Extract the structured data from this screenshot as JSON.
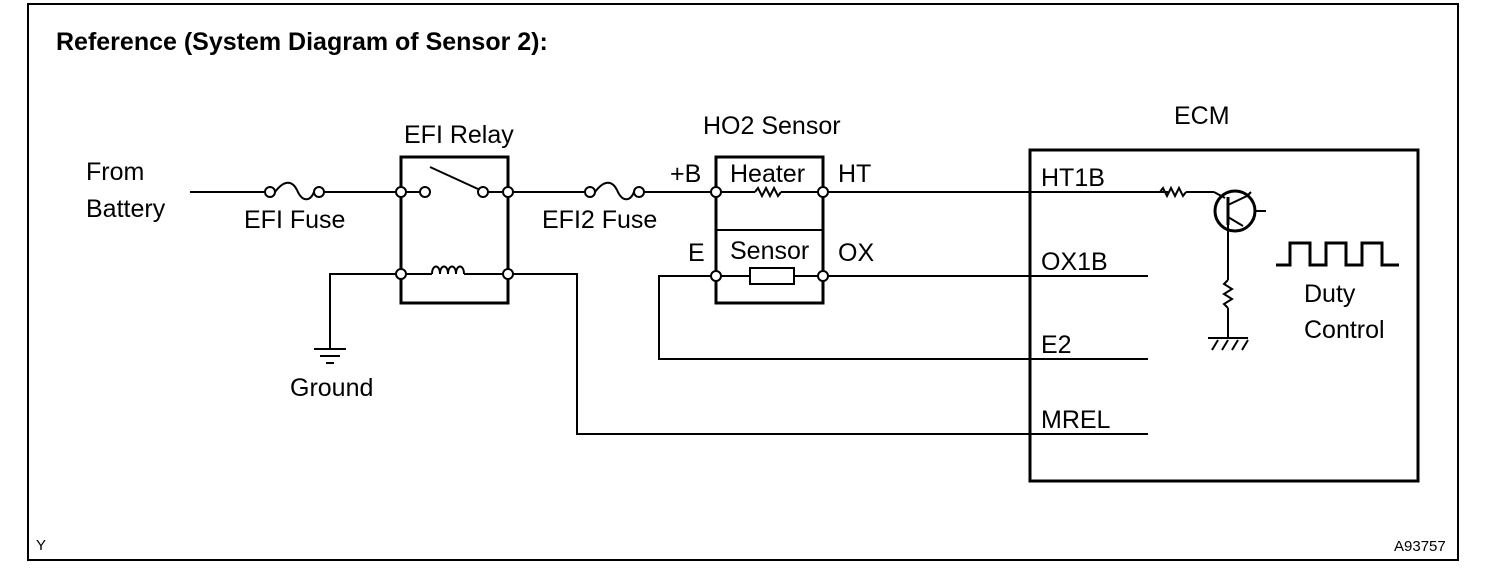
{
  "title": "Reference (System Diagram of Sensor 2):",
  "labels": {
    "from_battery_line1": "From",
    "from_battery_line2": "Battery",
    "efi_fuse": "EFI Fuse",
    "efi_relay": "EFI Relay",
    "efi2_fuse": "EFI2 Fuse",
    "ground": "Ground",
    "ho2_sensor": "HO2 Sensor",
    "plus_b": "+B",
    "heater": "Heater",
    "ht": "HT",
    "e": "E",
    "sensor": "Sensor",
    "ox": "OX",
    "ecm": "ECM",
    "ht1b": "HT1B",
    "ox1b": "OX1B",
    "e2": "E2",
    "mrel": "MREL",
    "duty_line1": "Duty",
    "duty_line2": "Control"
  },
  "footer": {
    "left_code": "Y",
    "right_code": "A93757"
  }
}
